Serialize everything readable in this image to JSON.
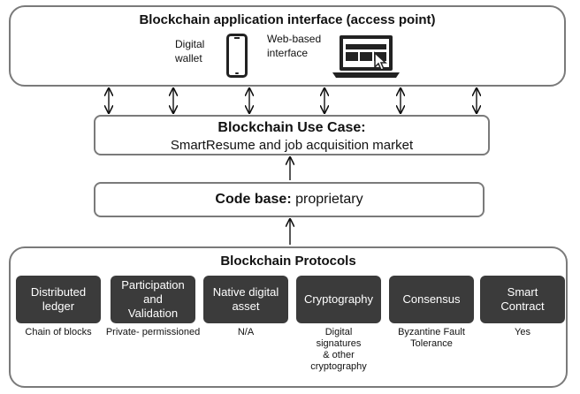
{
  "access_point": {
    "title": "Blockchain application interface (access point)",
    "wallet_label": "Digital\nwallet",
    "web_label": "Web-based\ninterface"
  },
  "use_case": {
    "title": "Blockchain Use Case:",
    "subtitle": "SmartResume and job acquisition market"
  },
  "code_base": {
    "bold": "Code base:",
    "value": " proprietary"
  },
  "protocols": {
    "title": "Blockchain Protocols",
    "items": [
      {
        "label": "Distributed\nledger",
        "value": "Chain of blocks"
      },
      {
        "label": "Participation\nand\nValidation",
        "value": "Private- permissioned"
      },
      {
        "label": "Native digital\nasset",
        "value": "N/A"
      },
      {
        "label": "Cryptography",
        "value": "Digital\nsignatures\n& other\ncryptography"
      },
      {
        "label": "Consensus",
        "value": "Byzantine Fault\nTolerance"
      },
      {
        "label": "Smart\nContract",
        "value": "Yes"
      }
    ]
  },
  "icons": {
    "phone": "smartphone-icon",
    "laptop": "laptop-icon"
  }
}
